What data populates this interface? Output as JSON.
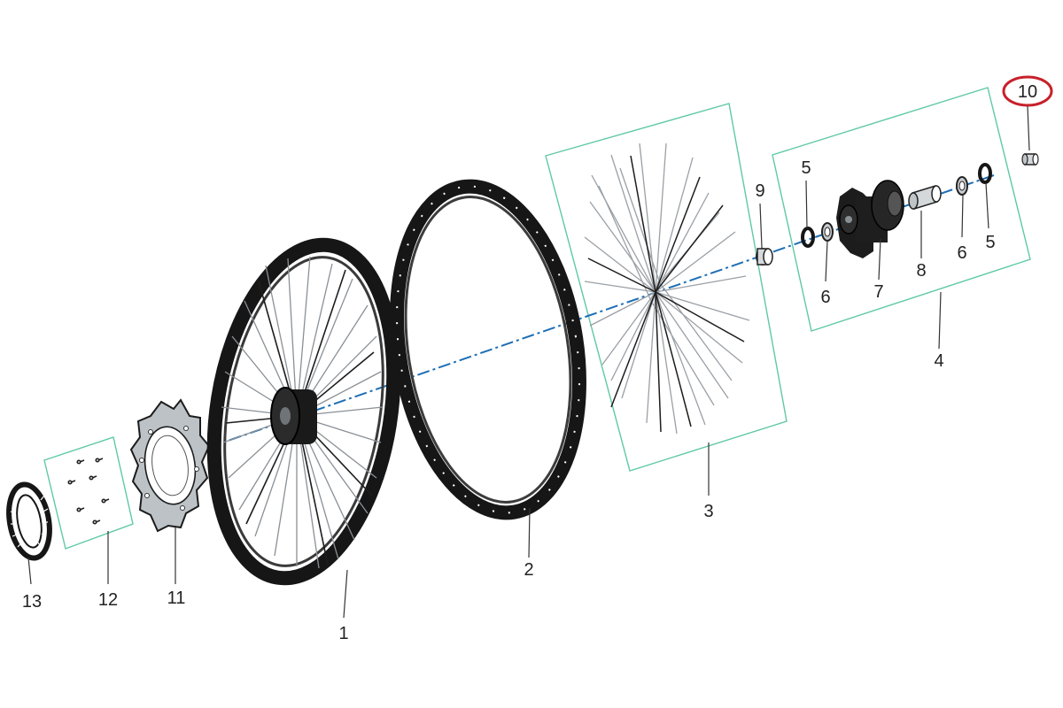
{
  "diagram": {
    "callouts": {
      "c1": "1",
      "c2": "2",
      "c3": "3",
      "c4": "4",
      "c5a": "5",
      "c5b": "5",
      "c6a": "6",
      "c6b": "6",
      "c7": "7",
      "c8": "8",
      "c9": "9",
      "c10": "10",
      "c11": "11",
      "c12": "12",
      "c13": "13"
    },
    "highlighted_callout": "10",
    "colors": {
      "group_box": "#5fc9a4",
      "axis_line": "#1e6fb5",
      "highlight_circle": "#c8202a",
      "part_dark": "#161616",
      "spoke": "#9aa0a6",
      "label": "#222222"
    }
  }
}
